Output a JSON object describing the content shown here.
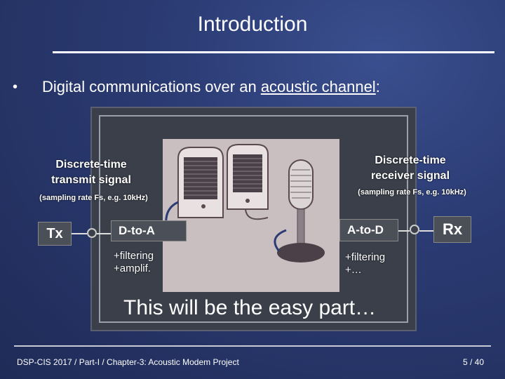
{
  "slide": {
    "title": "Introduction",
    "bullet_symbol": "•",
    "bullet_text_before": "Digital communications over an ",
    "bullet_text_link": "acoustic channel",
    "bullet_text_after": ":"
  },
  "diagram": {
    "tx_signal_line1": "Discrete-time",
    "tx_signal_line2": "transmit signal",
    "tx_rate": "(sampling rate Fs, e.g. 10kHz)",
    "rx_signal_line1": "Discrete-time",
    "rx_signal_line2": "receiver signal",
    "rx_rate": "(sampling rate Fs, e.g. 10kHz)",
    "tx_label": "Tx",
    "rx_label": "Rx",
    "dac_label": "D-to-A",
    "adc_label": "A-to-D",
    "dac_note_line1": "+filtering",
    "dac_note_line2": "+amplif.",
    "adc_note_line1": "+filtering",
    "adc_note_line2": "+…",
    "easy_part": "This will be the easy part…"
  },
  "footer": {
    "course": "DSP-CIS  2017  /  Part-I  /  Chapter-3: Acoustic Modem Project",
    "page": "5 / 40"
  },
  "colors": {
    "background": "#2b3b73",
    "panel": "#3a3f4a",
    "text": "#ffffff"
  }
}
